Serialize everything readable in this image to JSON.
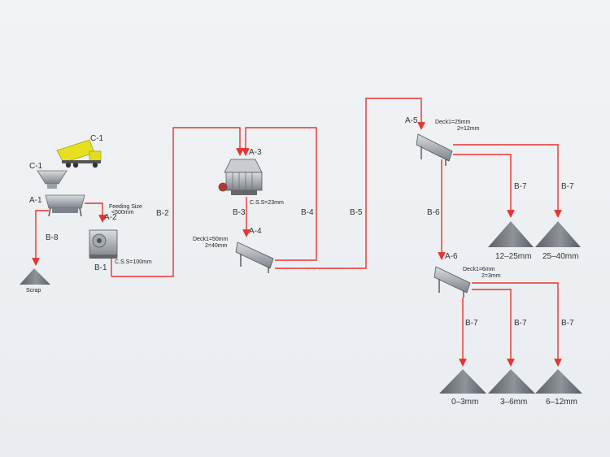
{
  "equipment": {
    "truck": "C-1",
    "hopper": "C-1",
    "feeder": "A-1",
    "jaw_crusher": "A-2",
    "cone_crusher": "A-3",
    "screen_1": "A-4",
    "screen_2": "A-5",
    "screen_3": "A-6"
  },
  "belts": {
    "b1": "B-1",
    "b2": "B-2",
    "b3": "B-3",
    "b4": "B-4",
    "b5": "B-5",
    "b6": "B-6",
    "b8": "B-8",
    "b7": [
      "B-7",
      "B-7",
      "B-7",
      "B-7",
      "B-7"
    ]
  },
  "notes": {
    "feeding_size_1": "Feeding Size",
    "feeding_size_2": "<500mm",
    "jaw_css": "C.S.S=100mm",
    "cone_css": "C.S.S=23mm",
    "screen1_deck1": "Deck1=50mm",
    "screen1_deck2": "2=40mm",
    "screen2_deck1": "Deck1=25mm",
    "screen2_deck2": "2=12mm",
    "screen3_deck1": "Deck1=6mm",
    "screen3_deck2": "2=3mm"
  },
  "products": {
    "scrap": "Scrap",
    "p12_25": "12–25mm",
    "p25_40": "25–40mm",
    "p0_3": "0–3mm",
    "p3_6": "3–6mm",
    "p6_12": "6–12mm"
  },
  "colors": {
    "flow_line": "#e8332f",
    "truck": "#e6e020",
    "machine": "#8a9097"
  }
}
